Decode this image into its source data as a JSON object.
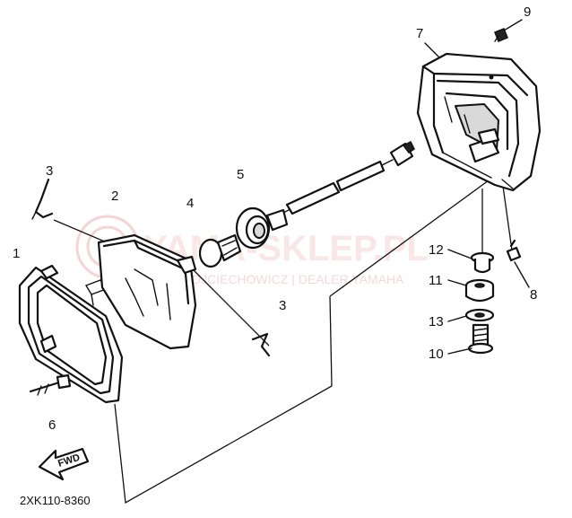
{
  "callouts": {
    "p1": "1",
    "p2": "2",
    "p3a": "3",
    "p3b": "3",
    "p4": "4",
    "p5": "5",
    "p6": "6",
    "p7": "7",
    "p8": "8",
    "p9": "9",
    "p10": "10",
    "p11": "11",
    "p12": "12",
    "p13": "13"
  },
  "direction_label": "FWD",
  "diagram_code": "2XK110-8360",
  "watermark": {
    "brand": "YAMA-SKLEP.PL",
    "subtitle": "WOJCIECHOWICZ | DEALER YAMAHA"
  },
  "colors": {
    "ink": "#111111",
    "watermark": "#cf3a3a",
    "background": "#ffffff"
  }
}
